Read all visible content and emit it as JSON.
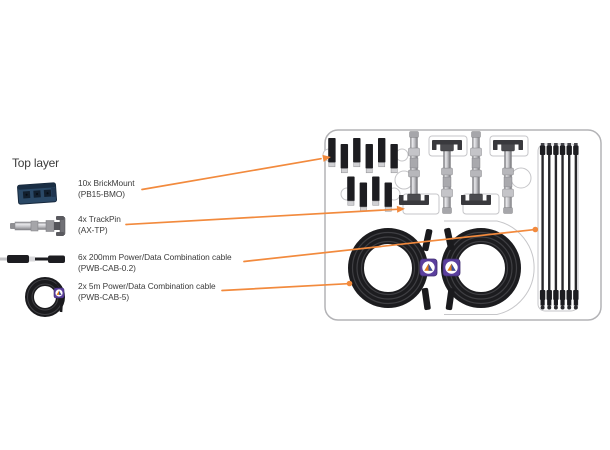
{
  "title": "Top layer",
  "legend": {
    "items": [
      {
        "name": "10x BrickMount",
        "code": "(PB15-BMO)",
        "icon": "brickmount-icon"
      },
      {
        "name": "4x TrackPin",
        "code": "(AX-TP)",
        "icon": "trackpin-icon"
      },
      {
        "name": "6x 200mm Power/Data Combination cable",
        "code": "(PWB-CAB-0.2)",
        "icon": "short-cable-icon"
      },
      {
        "name": "2x 5m Power/Data Combination cable",
        "code": "(PWB-CAB-5)",
        "icon": "coiled-cable-icon"
      }
    ]
  },
  "tray": {
    "contents": {
      "brickmounts_row1": 6,
      "brickmounts_row2": 4,
      "trackpins": 4,
      "short_cables": 6,
      "coiled_cables": 2
    }
  },
  "colors": {
    "accent_orange": "#f28a3d",
    "brand_purple": "#5b3f9e",
    "navy": "#2a4866",
    "tray_outline": "#b3b3b6",
    "compartment_outline": "#c6c6c9",
    "part_dark": "#1d1d21",
    "text": "#3b3b3b"
  }
}
